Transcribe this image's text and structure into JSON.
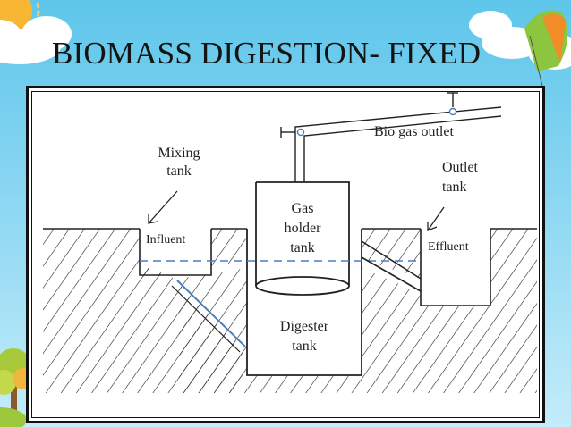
{
  "slide": {
    "title": "BIOMASS DIGESTION- FIXED"
  },
  "diagram": {
    "labels": {
      "mixing_tank_1": "Mixing",
      "mixing_tank_2": "tank",
      "influent": "Influent",
      "gas_holder_1": "Gas",
      "gas_holder_2": "holder",
      "gas_holder_3": "tank",
      "bio_gas_outlet": "Bio gas outlet",
      "outlet_tank_1": "Outlet",
      "outlet_tank_2": "tank",
      "effluent": "Effluent",
      "digester_1": "Digester",
      "digester_2": "tank"
    },
    "colors": {
      "line": "#222222",
      "slurry_level": "#4a7fbf"
    }
  },
  "decorations": {
    "icons": [
      "sun-icon",
      "cloud-icon",
      "balloon-icon",
      "tree-icon"
    ]
  }
}
